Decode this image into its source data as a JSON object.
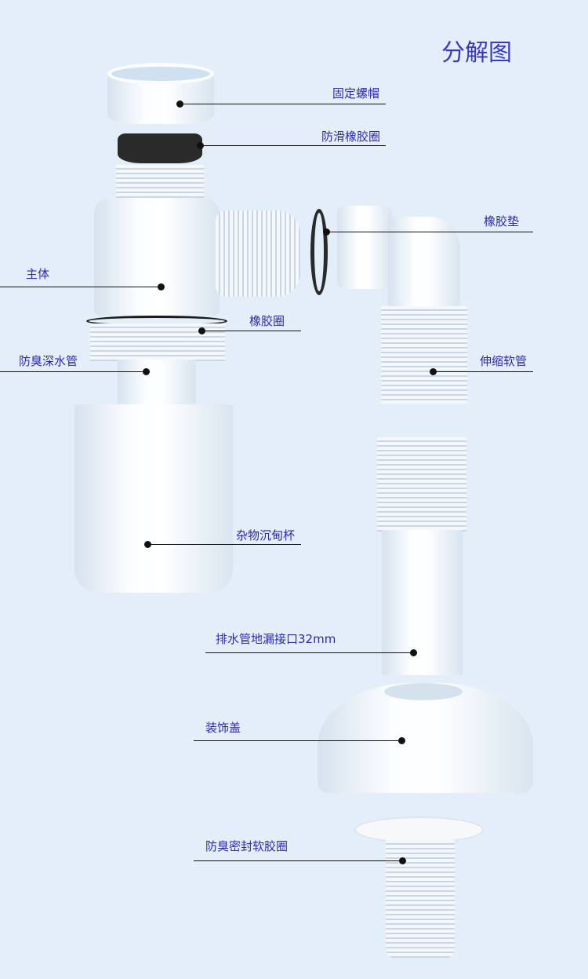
{
  "title": "分解图",
  "labels": {
    "nut": "固定螺帽",
    "anti_slip_ring": "防滑橡胶圈",
    "rubber_gasket": "橡胶垫",
    "body": "主体",
    "rubber_ring": "橡胶圈",
    "deep_water_pipe": "防臭深水管",
    "flex_hose": "伸缩软管",
    "debris_cup": "杂物沉甸杯",
    "drain_connector": "排水管地漏接口32mm",
    "cover": "装饰盖",
    "seal_ring": "防臭密封软胶圈"
  },
  "colors": {
    "background": "#e3eef8",
    "label": "#2b2ba8"
  }
}
